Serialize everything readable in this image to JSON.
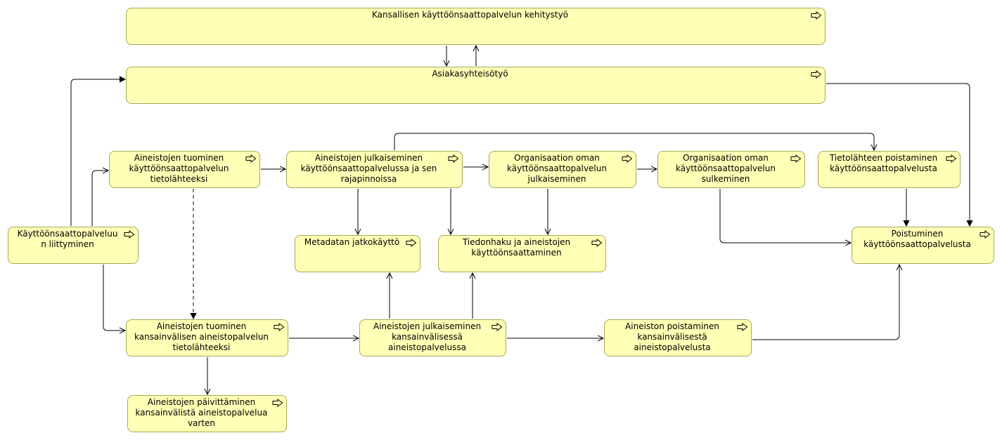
{
  "diagram": {
    "nodes": [
      {
        "id": "kansallinen-kehitystyo",
        "label": "Kansallisen käyttöönsaattopalvelun kehitystyö",
        "icon": "process-arrow-icon"
      },
      {
        "id": "asiakasyhteistyo",
        "label": "Asiakasyhteisötyö",
        "icon": "process-arrow-icon"
      },
      {
        "id": "tuominen-kayttoonsaatto",
        "label": "Aineistojen tuominen käyttöönsaattopalvelun tietolähteeksi",
        "icon": "process-arrow-icon"
      },
      {
        "id": "julkaiseminen-kayttoonsaatto",
        "label": "Aineistojen julkaiseminen käyttöönsaattopalvelussa ja sen rajapinnoissa",
        "icon": "process-arrow-icon"
      },
      {
        "id": "organisaation-julkaiseminen",
        "label": "Organisaation oman käyttöönsaattopalvelun julkaiseminen",
        "icon": "process-arrow-icon"
      },
      {
        "id": "organisaation-sulkeminen",
        "label": "Organisaation oman käyttöönsaattopalvelun sulkeminen",
        "icon": "process-arrow-icon"
      },
      {
        "id": "tietolahteen-poistaminen",
        "label": "Tietolähteen poistaminen käyttöönsaattopalvelusta",
        "icon": "process-arrow-icon"
      },
      {
        "id": "liittyminen",
        "label": "Käyttöönsaattopalveluu n liittyminen",
        "icon": "process-arrow-icon"
      },
      {
        "id": "metadatan-jatkokaytto",
        "label": "Metadatan jatkokäyttö",
        "icon": "process-arrow-icon"
      },
      {
        "id": "tiedonhaku",
        "label": "Tiedonhaku ja aineistojen käyttöönsaattaminen",
        "icon": "process-arrow-icon"
      },
      {
        "id": "poistuminen",
        "label": "Poistuminen käyttöönsaattopalvelusta",
        "icon": "process-arrow-icon"
      },
      {
        "id": "tuominen-kansainvalinen",
        "label": "Aineistojen tuominen kansainvälisen aineistopalvelun tietolähteeksi",
        "icon": "process-arrow-icon"
      },
      {
        "id": "julkaiseminen-kansainvalinen",
        "label": "Aineistojen julkaiseminen kansainvälisessä aineistopalvelussa",
        "icon": "process-arrow-icon"
      },
      {
        "id": "poistaminen-kansainvalinen",
        "label": "Aineiston poistaminen kansainvälisestä aineistopalvelusta",
        "icon": "process-arrow-icon"
      },
      {
        "id": "paivittaminen",
        "label": "Aineistojen päivittäminen kansainvälistä aineistopalvelua varten",
        "icon": "process-arrow-icon"
      }
    ],
    "edges": [
      {
        "from": "kansallinen-kehitystyo",
        "to": "asiakasyhteistyo",
        "style": "solid",
        "head": "open"
      },
      {
        "from": "asiakasyhteistyo",
        "to": "kansallinen-kehitystyo",
        "style": "solid",
        "head": "open"
      },
      {
        "from": "liittyminen",
        "to": "asiakasyhteistyo",
        "style": "solid",
        "head": "filled"
      },
      {
        "from": "liittyminen",
        "to": "tuominen-kayttoonsaatto",
        "style": "solid",
        "head": "open"
      },
      {
        "from": "liittyminen",
        "to": "tuominen-kansainvalinen",
        "style": "solid",
        "head": "open"
      },
      {
        "from": "asiakasyhteistyo",
        "to": "poistuminen",
        "style": "solid",
        "head": "filled"
      },
      {
        "from": "tuominen-kayttoonsaatto",
        "to": "julkaiseminen-kayttoonsaatto",
        "style": "solid",
        "head": "open"
      },
      {
        "from": "tuominen-kayttoonsaatto",
        "to": "tuominen-kansainvalinen",
        "style": "dashed",
        "head": "filled"
      },
      {
        "from": "julkaiseminen-kayttoonsaatto",
        "to": "organisaation-julkaiseminen",
        "style": "solid",
        "head": "open"
      },
      {
        "from": "julkaiseminen-kayttoonsaatto",
        "to": "tietolahteen-poistaminen",
        "style": "solid",
        "head": "open"
      },
      {
        "from": "julkaiseminen-kayttoonsaatto",
        "to": "metadatan-jatkokaytto",
        "style": "solid",
        "head": "open"
      },
      {
        "from": "julkaiseminen-kayttoonsaatto",
        "to": "tiedonhaku",
        "style": "solid",
        "head": "open"
      },
      {
        "from": "organisaation-julkaiseminen",
        "to": "organisaation-sulkeminen",
        "style": "solid",
        "head": "open"
      },
      {
        "from": "organisaation-julkaiseminen",
        "to": "tiedonhaku",
        "style": "solid",
        "head": "open"
      },
      {
        "from": "organisaation-sulkeminen",
        "to": "poistuminen",
        "style": "solid",
        "head": "open"
      },
      {
        "from": "tietolahteen-poistaminen",
        "to": "poistuminen",
        "style": "solid",
        "head": "filled"
      },
      {
        "from": "tuominen-kansainvalinen",
        "to": "julkaiseminen-kansainvalinen",
        "style": "solid",
        "head": "open"
      },
      {
        "from": "tuominen-kansainvalinen",
        "to": "paivittaminen",
        "style": "solid",
        "head": "open"
      },
      {
        "from": "julkaiseminen-kansainvalinen",
        "to": "metadatan-jatkokaytto",
        "style": "solid",
        "head": "open"
      },
      {
        "from": "julkaiseminen-kansainvalinen",
        "to": "tiedonhaku",
        "style": "solid",
        "head": "open"
      },
      {
        "from": "julkaiseminen-kansainvalinen",
        "to": "poistaminen-kansainvalinen",
        "style": "solid",
        "head": "open"
      },
      {
        "from": "poistaminen-kansainvalinen",
        "to": "poistuminen",
        "style": "solid",
        "head": "open"
      }
    ]
  }
}
